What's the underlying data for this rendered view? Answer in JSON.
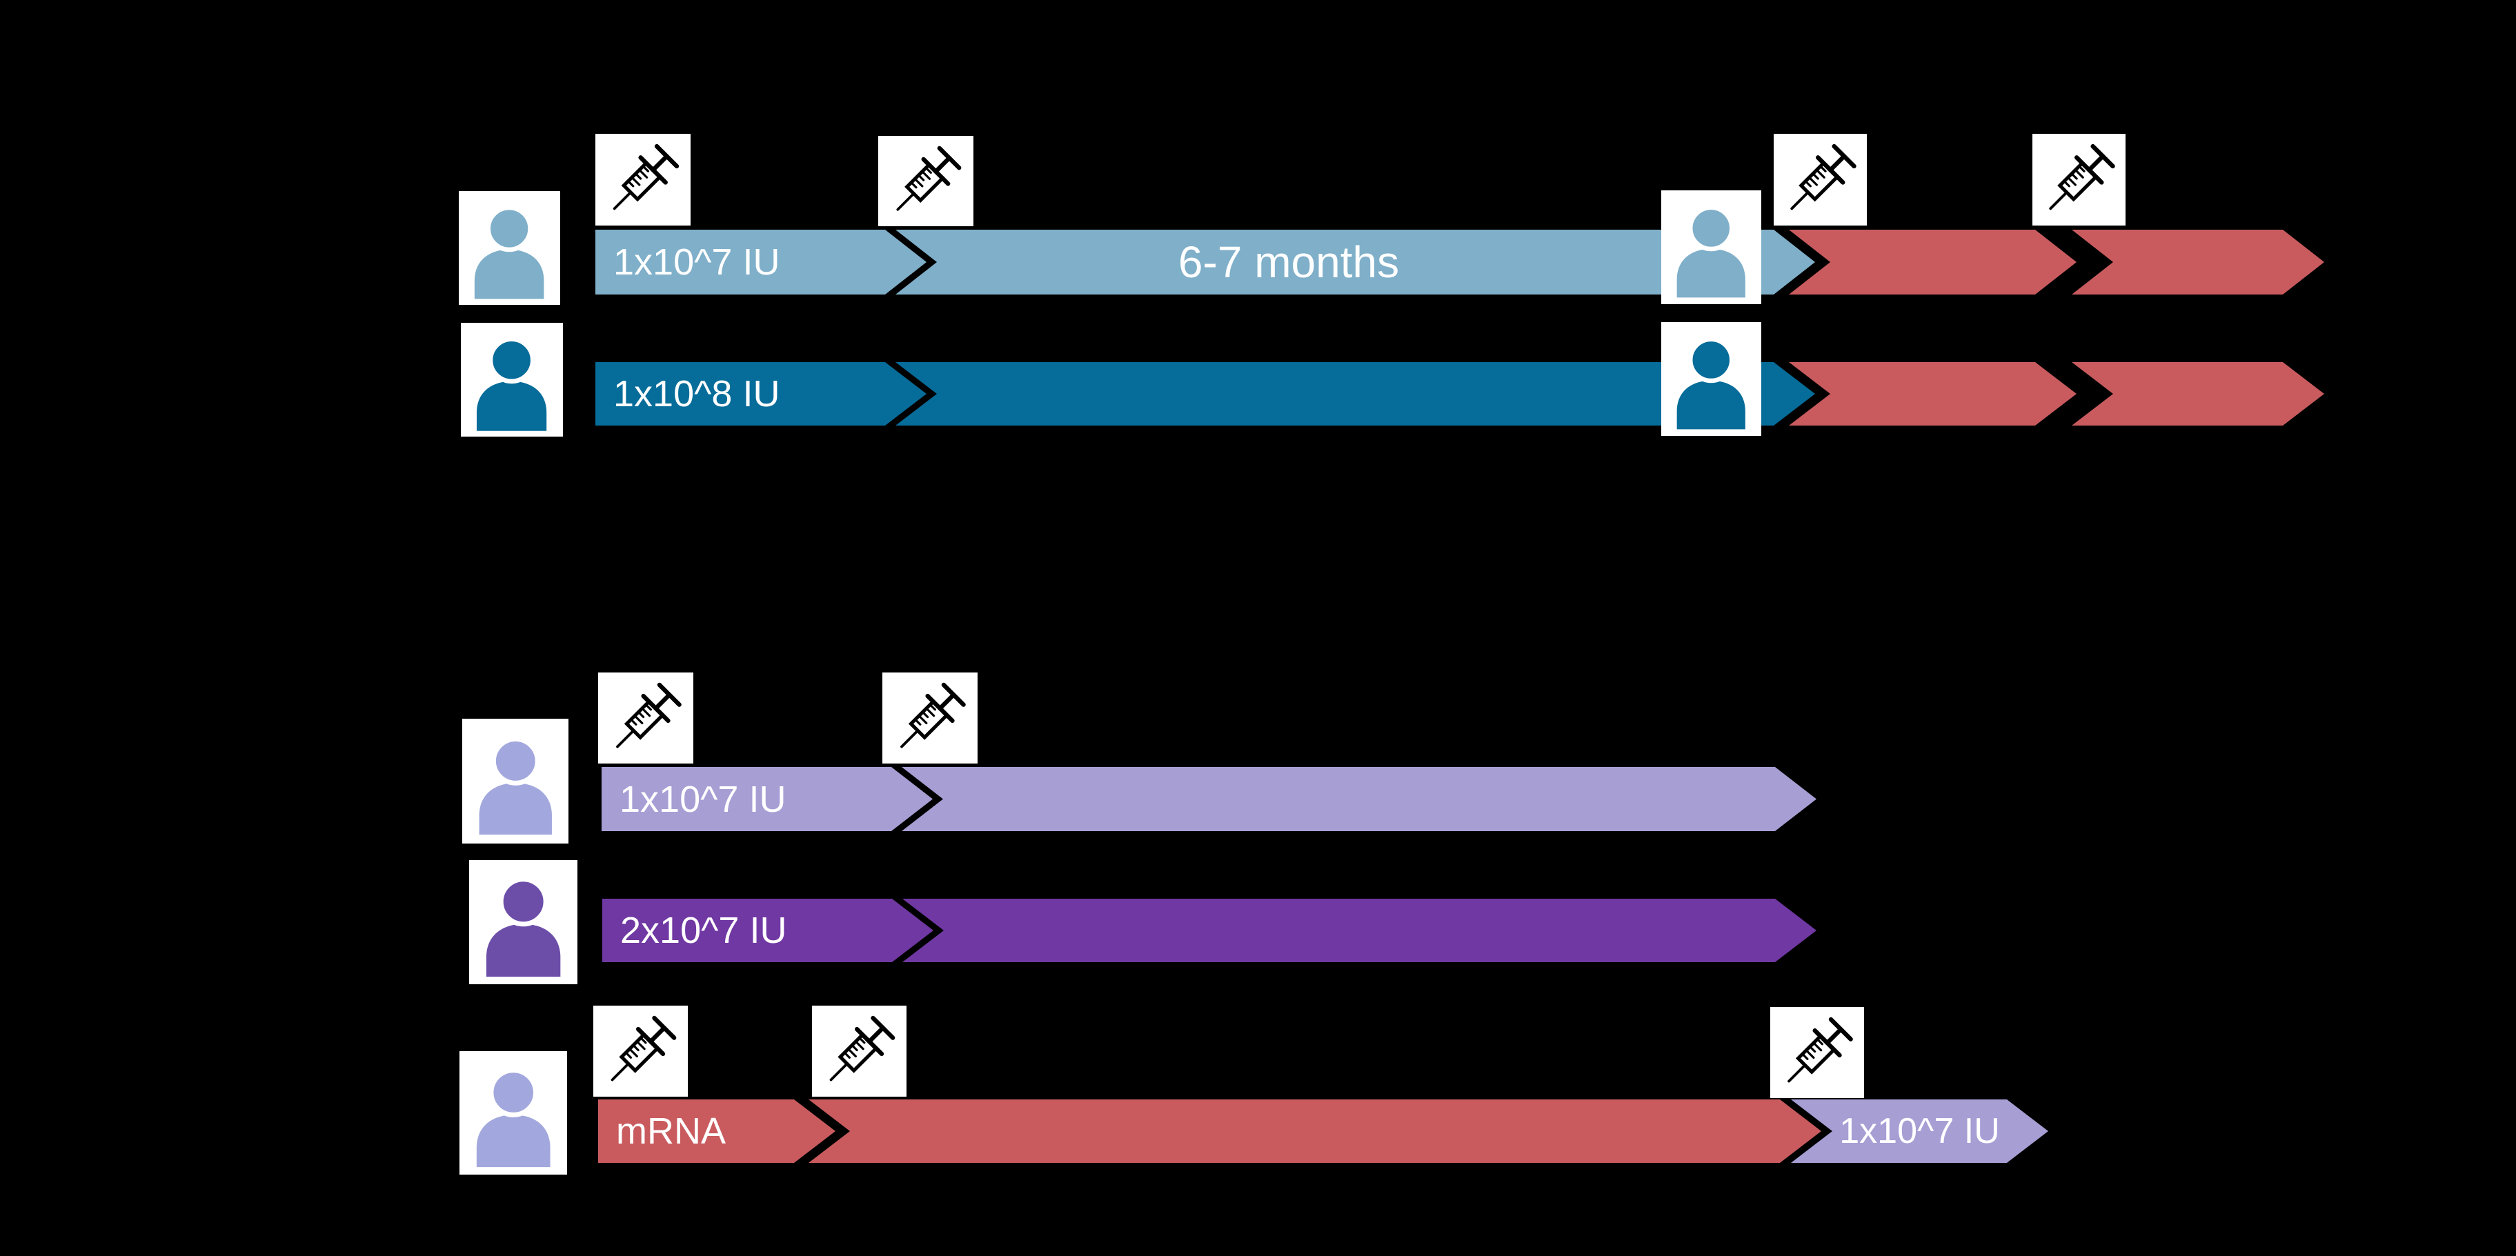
{
  "canvas": {
    "background": "#000000"
  },
  "colors": {
    "light_blue": "#7FAFC9",
    "dark_blue": "#066C99",
    "red": "#C95B5F",
    "lavender": "#A79ED4",
    "lavender_person": "#A2A8DD",
    "purple": "#7038A3",
    "purple_person": "#6C4EA9",
    "icon_box": "#FFFFFF",
    "label_text": "#FFFFFF",
    "syringe_ink": "#000000"
  },
  "top_section": {
    "row1": {
      "dose_label": "1x10^7 IU",
      "interval_label": "6-7 months"
    },
    "row2": {
      "dose_label": "1x10^8 IU"
    }
  },
  "bottom_section": {
    "row1": {
      "dose_label": "1x10^7 IU"
    },
    "row2": {
      "dose_label": "2x10^7 IU"
    },
    "row3": {
      "prime_label": "mRNA",
      "boost_label": "1x10^7 IU"
    }
  }
}
